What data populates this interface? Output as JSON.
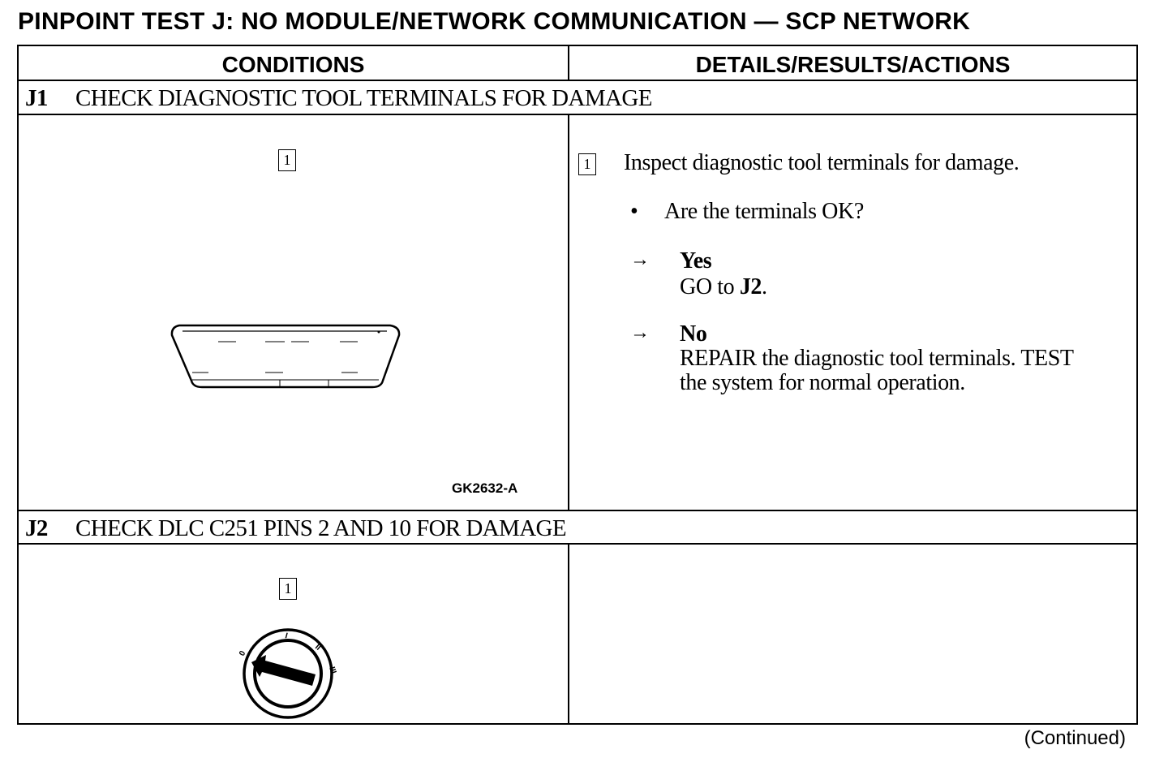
{
  "title": "PINPOINT TEST J:  NO MODULE/NETWORK COMMUNICATION — SCP NETWORK",
  "columns": {
    "conditions": "CONDITIONS",
    "details": "DETAILS/RESULTS/ACTIONS"
  },
  "steps": [
    {
      "id": "J1",
      "heading": "CHECK DIAGNOSTIC TOOL TERMINALS FOR DAMAGE",
      "callout": "1",
      "figure_ref": "GK2632-A",
      "action": "Inspect diagnostic tool terminals for damage.",
      "question": "Are the terminals OK?",
      "bullet": "•",
      "arrow": "→",
      "yes_label": "Yes",
      "yes_text": "GO to ",
      "yes_target": "J2",
      "yes_end": ".",
      "no_label": "No",
      "no_text_1": "REPAIR the diagnostic tool terminals. TEST",
      "no_text_2": "the system for normal operation."
    },
    {
      "id": "J2",
      "heading": "CHECK DLC C251 PINS 2 AND 10 FOR DAMAGE",
      "callout": "1",
      "dial_labels": [
        "0",
        "I",
        "II",
        "III"
      ]
    }
  ],
  "footer": "(Continued)"
}
